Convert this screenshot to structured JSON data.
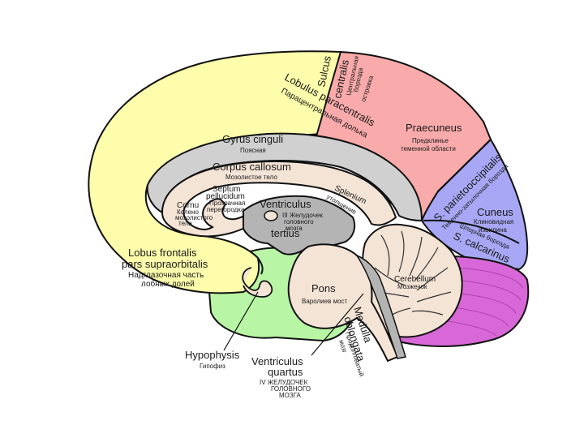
{
  "colors": {
    "frontal": "#fdfdab",
    "parietal": "#f9aaaa",
    "occipital": "#a7a7f5",
    "cerebellum_folia": "#f4e4d6",
    "cerebellum_border": "#d868d8",
    "temporal": "#b8f5a4",
    "cingulate": "#d0d0d0",
    "callosum": "#f4e4d6",
    "ventricle": "#b4b4b4",
    "brainstem": "#f4e4d6"
  },
  "labels": {
    "sulcus": "Sulcus",
    "centralis": "centralis",
    "sulcus_ru1": "Центральная",
    "sulcus_ru2": "борозда",
    "sulcus_ru3": "островка",
    "lobulus": "Lobulus paracentralis",
    "lobulus_ru": "Парацентральная долька",
    "praecuneus": "Praecuneus",
    "praecuneus_ru1": "Предклинье",
    "praecuneus_ru2": "теменной области",
    "gyrus": "Gyrus cinguli",
    "gyrus_ru": "Поясная",
    "corpus": "Corpus callosum",
    "corpus_ru": "Мозолистое тело",
    "septum1": "Septum",
    "septum2": "pellucidum",
    "septum_ru1": "Прозрачная",
    "septum_ru2": "перегородка",
    "cornu": "Cornu",
    "cornu_ru1": "Колено",
    "cornu_ru2": "мозолистого",
    "cornu_ru3": "тела",
    "splenium": "Splenium",
    "splenium_ru": "утолщение",
    "ventriculus": "Ventriculus",
    "ventriculus_ru1": "III Желудочек",
    "ventriculus_ru2": "головного",
    "ventriculus_ru3": "мозга",
    "tertius": "tertius",
    "parieto": "S. parietooccipitalis",
    "parieto_ru": "Теменно-затылочная борозда",
    "cuneus": "Cuneus",
    "cuneus_ru1": "Клиновидная",
    "cuneus_ru2": "извилина",
    "calcarinus": "S. calcarinus",
    "calcarinus_ru": "Шпорная борозда",
    "lobus1": "Lobus frontalis",
    "lobus2": "pars supraorbitalis",
    "lobus_ru1": "Надглазочная часть",
    "lobus_ru2": "лобных долей",
    "cerebellum": "Cerebellum",
    "cerebellum_ru": "Мозжечок",
    "pons": "Pons",
    "pons_ru": "Варолиев мост",
    "medulla1": "Medulla",
    "medulla2": "oblongata",
    "medulla_ru1": "Продолговатый",
    "medulla_ru2": "мозг",
    "hypophysis": "Hypophysis",
    "hypophysis_ru": "Гипофиз",
    "vq1": "Ventriculus",
    "vq2": "quartus",
    "vq_ru1": "IV ЖЕЛУДОЧЕК",
    "vq_ru2": "ГОЛОВНОГО",
    "vq_ru3": "МОЗГА"
  }
}
